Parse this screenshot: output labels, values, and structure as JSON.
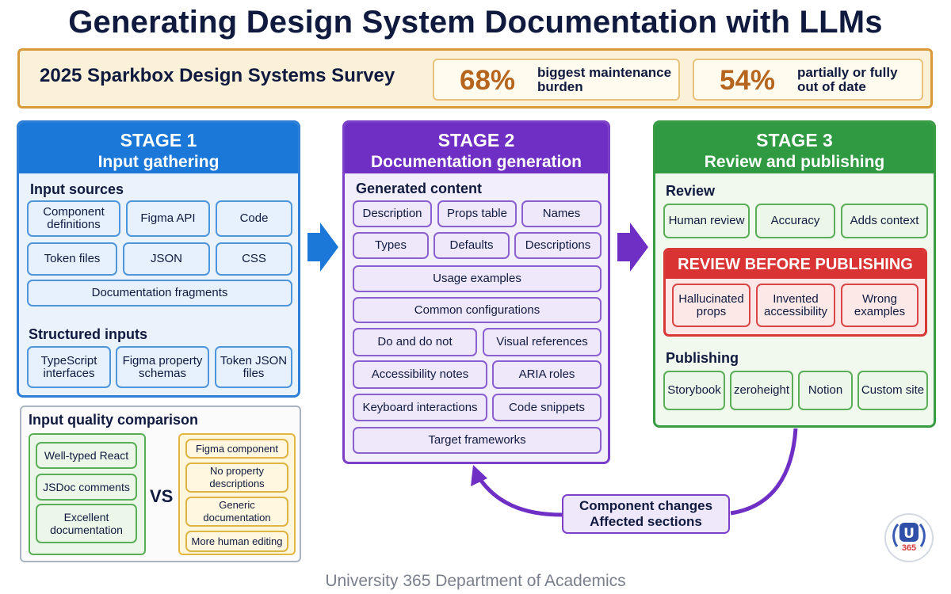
{
  "title": "Generating Design System Documentation with LLMs",
  "survey": {
    "title": "2025 Sparkbox Design Systems Survey",
    "stats": [
      {
        "value": "68%",
        "label_line1": "biggest maintenance",
        "label_line2": "burden"
      },
      {
        "value": "54%",
        "label_line1": "partially or fully",
        "label_line2": "out of date"
      }
    ]
  },
  "stage1": {
    "number": "STAGE 1",
    "name": "Input gathering",
    "input_sources_label": "Input sources",
    "input_sources": [
      "Component definitions",
      "Figma API",
      "Code",
      "Token files",
      "JSON",
      "CSS",
      "Documentation fragments"
    ],
    "structured_label": "Structured inputs",
    "structured": [
      "TypeScript interfaces",
      "Figma property schemas",
      "Token JSON files"
    ]
  },
  "input_quality": {
    "label": "Input quality comparison",
    "good": [
      "Well-typed React",
      "JSDoc comments",
      "Excellent documentation"
    ],
    "vs": "VS",
    "poor": [
      "Figma component",
      "No property descriptions",
      "Generic documentation",
      "More human editing"
    ]
  },
  "stage2": {
    "number": "STAGE 2",
    "name": "Documentation generation",
    "generated_label": "Generated content",
    "items": [
      "Description",
      "Props table",
      "Names",
      "Types",
      "Defaults",
      "Descriptions",
      "Usage examples",
      "Common configurations",
      "Do and do not",
      "Visual references",
      "Accessibility notes",
      "ARIA roles",
      "Keyboard interactions",
      "Code snippets",
      "Target frameworks"
    ]
  },
  "stage3": {
    "number": "STAGE 3",
    "name": "Review and publishing",
    "review_label": "Review",
    "review": [
      "Human review",
      "Accuracy",
      "Adds context"
    ],
    "warning_title": "REVIEW BEFORE PUBLISHING",
    "warnings": [
      "Hallucinated props",
      "Invented accessibility",
      "Wrong examples"
    ],
    "publishing_label": "Publishing",
    "publishing": [
      "Storybook",
      "zeroheight",
      "Notion",
      "Custom site"
    ]
  },
  "feedback": {
    "line1": "Component changes",
    "line2": "Affected sections"
  },
  "footer": "University 365 Department of Academics",
  "logo_text": "365",
  "colors": {
    "stage1": "#1b78d8",
    "stage2": "#6f2fc4",
    "stage3": "#2f9a41",
    "warning": "#da3333",
    "survey_border": "#d99a3a"
  }
}
